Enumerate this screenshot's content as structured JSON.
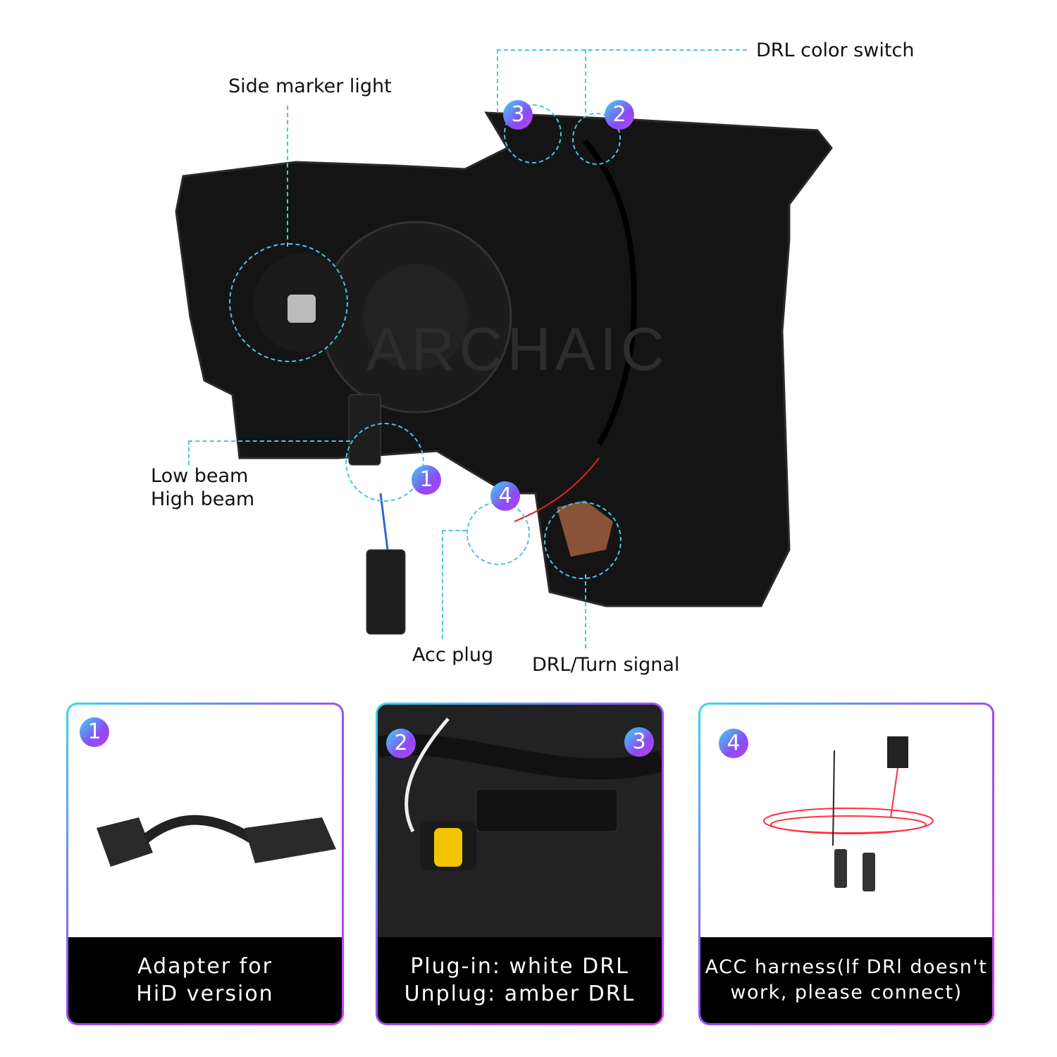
{
  "watermark": "ARCHAIC",
  "callouts": {
    "drl_color_switch": "DRL color switch",
    "side_marker_light": "Side marker light",
    "low_beam": "Low beam",
    "high_beam": "High beam",
    "acc_plug": "Acc plug",
    "drl_turn_signal": "DRL/Turn signal"
  },
  "badges": [
    "1",
    "2",
    "3",
    "4"
  ],
  "cards": [
    {
      "badge": "1",
      "caption_lines": [
        "Adapter for",
        "HiD version"
      ]
    },
    {
      "badges": [
        "2",
        "3"
      ],
      "caption_lines": [
        "Plug-in: white DRL",
        "Unplug: amber DRL"
      ]
    },
    {
      "badge": "4",
      "caption_lines": [
        "ACC harness(lf DRl doesn't",
        "work, please connect)"
      ]
    }
  ],
  "colors": {
    "accent_dashed": "#4cc3e6",
    "badge_start": "#3ad6f0",
    "badge_end": "#c23ef0"
  }
}
